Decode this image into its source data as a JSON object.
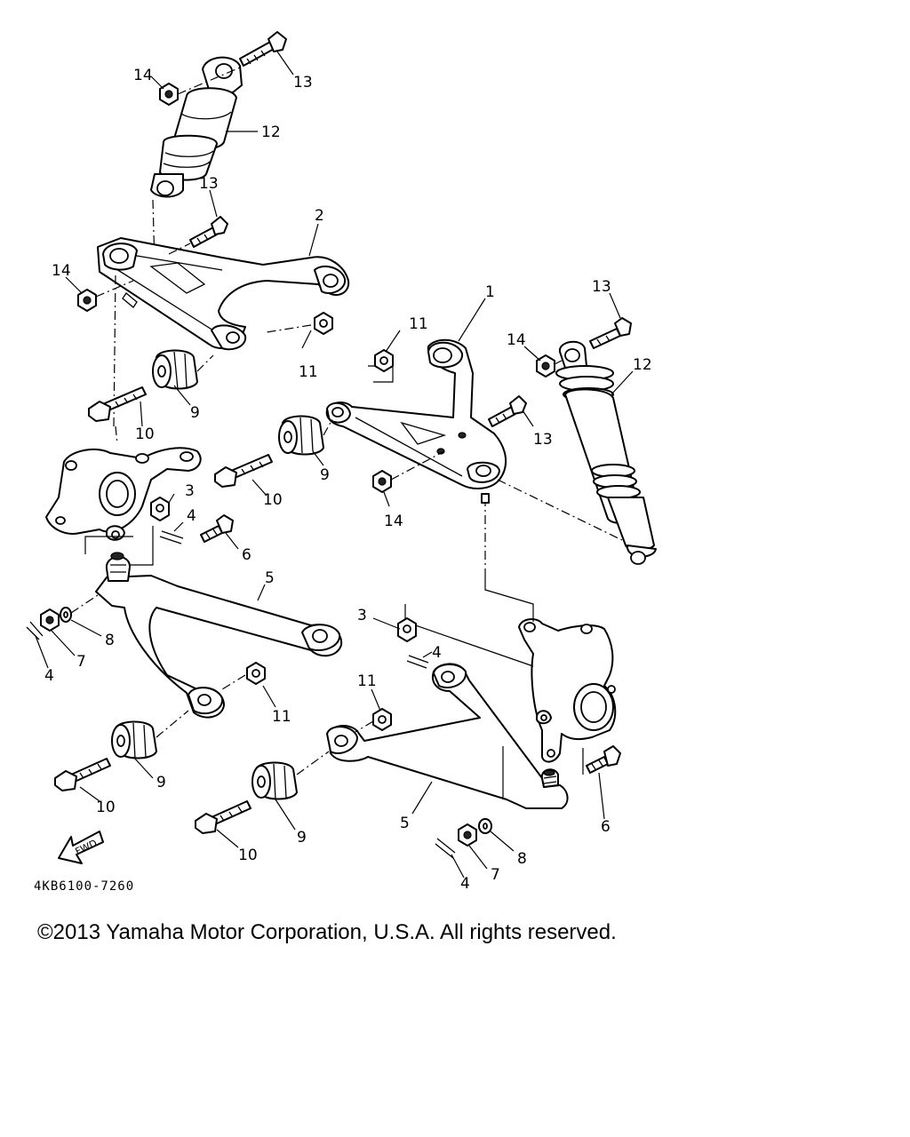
{
  "callouts": {
    "shock_top_left": "12",
    "bolt_top_left_13a": "13",
    "nut_top_left_14a": "14",
    "bolt_13b": "13",
    "nut_14b": "14",
    "upper_arm_left": "2",
    "upper_arm_right": "1",
    "shock_right": "12",
    "bolt_13c": "13",
    "nut_14c": "14",
    "bolt_13d": "13",
    "nut_14d": "14",
    "nut_11a": "11",
    "nut_11b": "11",
    "bushing_9a": "9",
    "bushing_9b": "9",
    "bolt_10a": "10",
    "bolt_10b": "10",
    "nut_3a": "3",
    "pin_4a": "4",
    "bolt_6a": "6",
    "lower_arm_5a": "5",
    "washer_8a": "8",
    "nut_7a": "7",
    "pin_4b": "4",
    "nut_11c": "11",
    "bushing_9c": "9",
    "bolt_10c": "10",
    "nut_3b": "3",
    "pin_4c": "4",
    "nut_11d": "11",
    "bushing_9d": "9",
    "bolt_10d": "10",
    "lower_arm_5b": "5",
    "bolt_6b": "6",
    "washer_8b": "8",
    "nut_7b": "7",
    "pin_4d": "4"
  },
  "fwd_label": "FWD",
  "part_number": "4KB6100-7260",
  "copyright": "©2013 Yamaha Motor Corporation, U.S.A. All rights reserved."
}
